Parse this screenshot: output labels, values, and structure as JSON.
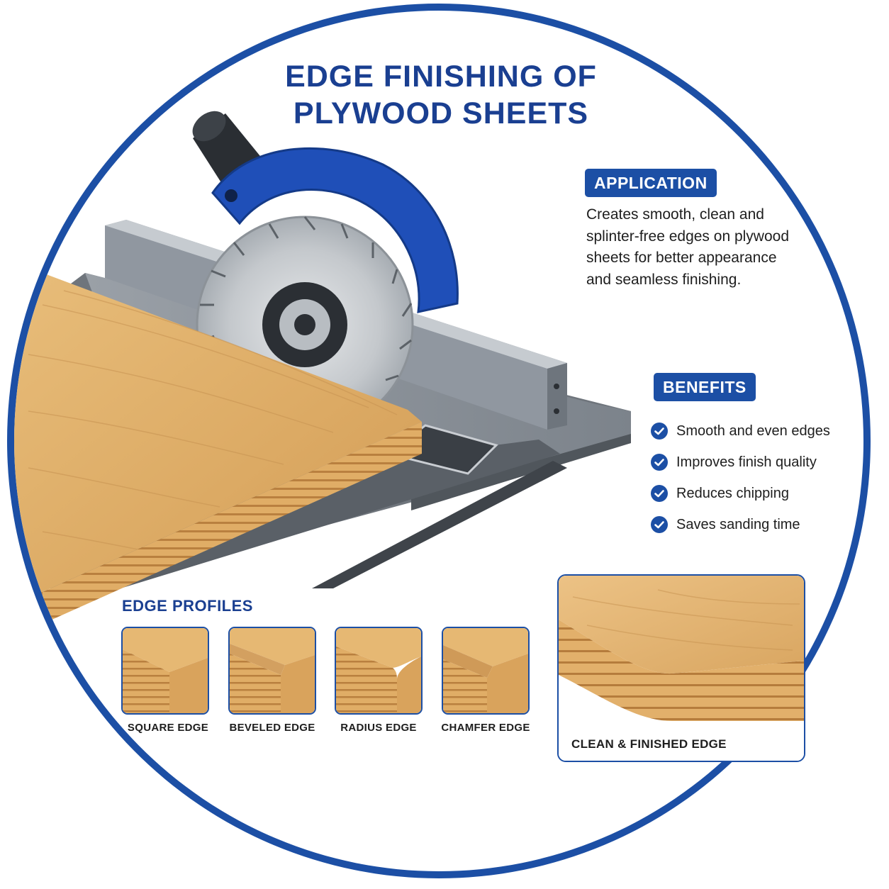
{
  "title_line1": "EDGE FINISHING OF",
  "title_line2": "PLYWOOD SHEETS",
  "application": {
    "heading": "APPLICATION",
    "text": "Creates smooth, clean and splinter-free edges on plywood sheets for better appearance and seamless finishing."
  },
  "benefits": {
    "heading": "BENEFITS",
    "items": [
      "Smooth and even edges",
      "Improves finish quality",
      "Reduces chipping",
      "Saves sanding time"
    ]
  },
  "profiles": {
    "heading": "EDGE PROFILES",
    "items": [
      "SQUARE EDGE",
      "BEVELED EDGE",
      "RADIUS EDGE",
      "CHAMFER EDGE"
    ]
  },
  "finished": {
    "label": "CLEAN & FINISHED EDGE"
  },
  "colors": {
    "accent": "#1c4fa5",
    "title": "#1a3f91",
    "wood": "#e1b26c",
    "wood_edge": "#c8894a",
    "steel": "#8e949b"
  },
  "icons": [
    "check-circle-icon",
    "circular-saw-blade-icon"
  ]
}
